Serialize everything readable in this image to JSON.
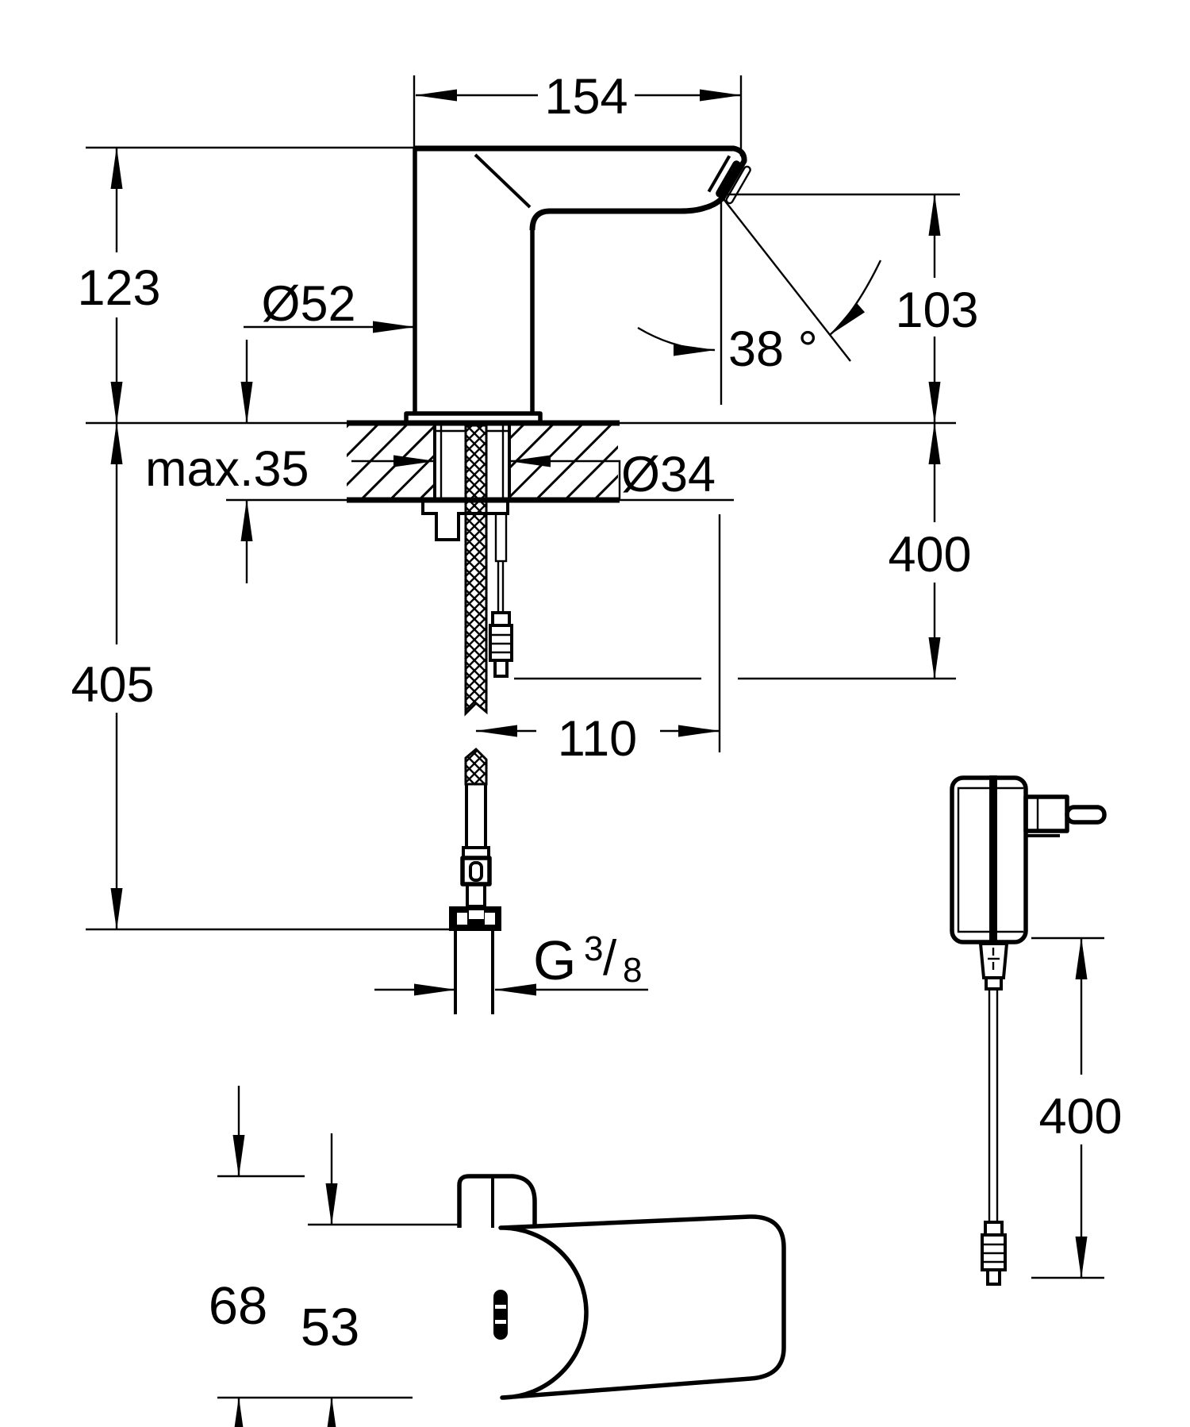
{
  "colors": {
    "line": "#000000",
    "background": "#ffffff"
  },
  "views": {
    "side": {
      "labels": {
        "spout_width": "154",
        "height_above_deck": "123",
        "body_diameter": "Ø52",
        "spray_angle": "38 °",
        "outlet_height": "103",
        "deck_thickness": "max.35",
        "hole_diameter": "Ø34",
        "cable_length": "400",
        "length_below_deck": "405",
        "outlet_reach": "110",
        "thread_g": "G",
        "thread_numerator": "3",
        "thread_slash": "/",
        "thread_denominator": "8"
      }
    },
    "plan": {
      "labels": {
        "total_width": "68",
        "body_width": "53"
      }
    },
    "adapter": {
      "labels": {
        "cable_length": "400"
      }
    }
  }
}
